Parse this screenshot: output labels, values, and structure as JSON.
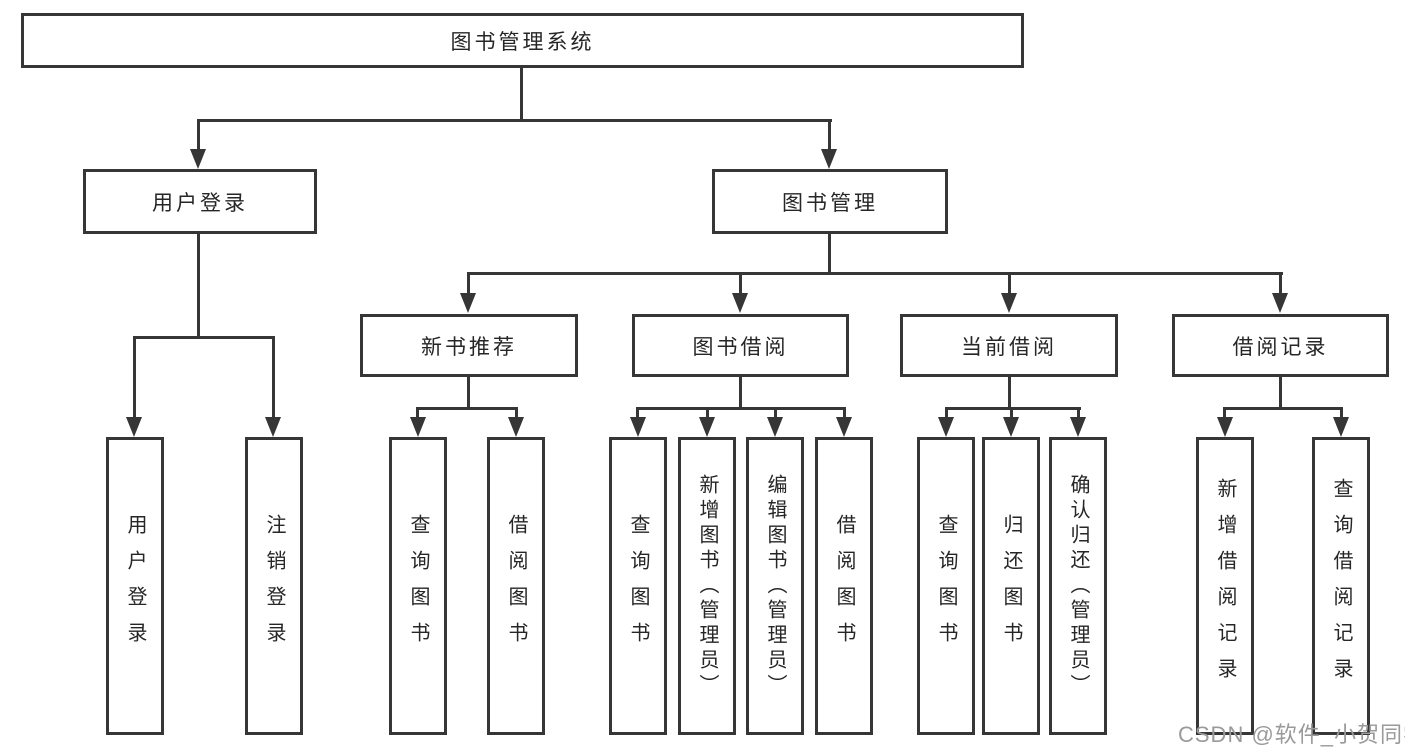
{
  "diagram": {
    "colors": {
      "line": "#363636",
      "text": "#262626",
      "background": "#ffffff",
      "watermark": "#9a9a9a"
    },
    "root": {
      "label": "图书管理系统"
    },
    "level2": [
      {
        "label": "用户登录"
      },
      {
        "label": "图书管理"
      }
    ],
    "level3": [
      {
        "label": "新书推荐"
      },
      {
        "label": "图书借阅"
      },
      {
        "label": "当前借阅"
      },
      {
        "label": "借阅记录"
      }
    ],
    "leaves": {
      "user_login": [
        "用户登录",
        "注销登录"
      ],
      "new_books": [
        "查询图书",
        "借阅图书"
      ],
      "book_borrow": [
        "查询图书",
        "新增图书（管理员）",
        "编辑图书（管理员）",
        "借阅图书"
      ],
      "current_borrow": [
        "查询图书",
        "归还图书",
        "确认归还（管理员）"
      ],
      "borrow_records": [
        "新增借阅记录",
        "查询借阅记录"
      ]
    },
    "watermark": "CSDN @软件_小贺同学"
  }
}
